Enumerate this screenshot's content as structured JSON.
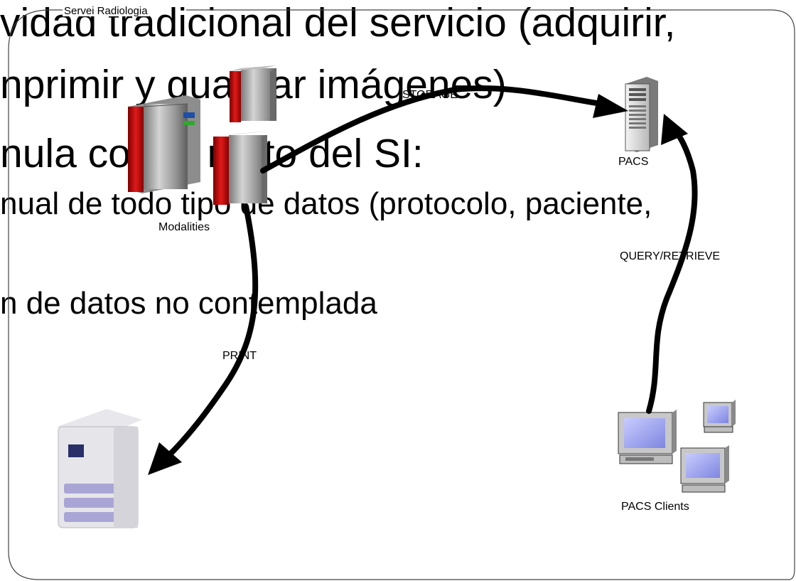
{
  "slide": {
    "bullets": [
      "vidad tradicional del servicio (adquirir,",
      "nprimir y guardar imágenes)",
      "nula con el resto del SI:",
      "nual de todo tipo de datos (protocolo, paciente,",
      "n de datos no contemplada"
    ]
  },
  "diagram": {
    "group_label": "Servei Radiologia",
    "nodes": {
      "modalities": "Modalities",
      "pacs": "PACS",
      "pacs_clients": "PACS Clients"
    },
    "edges": {
      "storage": "STORAGE",
      "print": "PRINT",
      "query_retrieve": "QUERY/RETRIEVE"
    }
  }
}
